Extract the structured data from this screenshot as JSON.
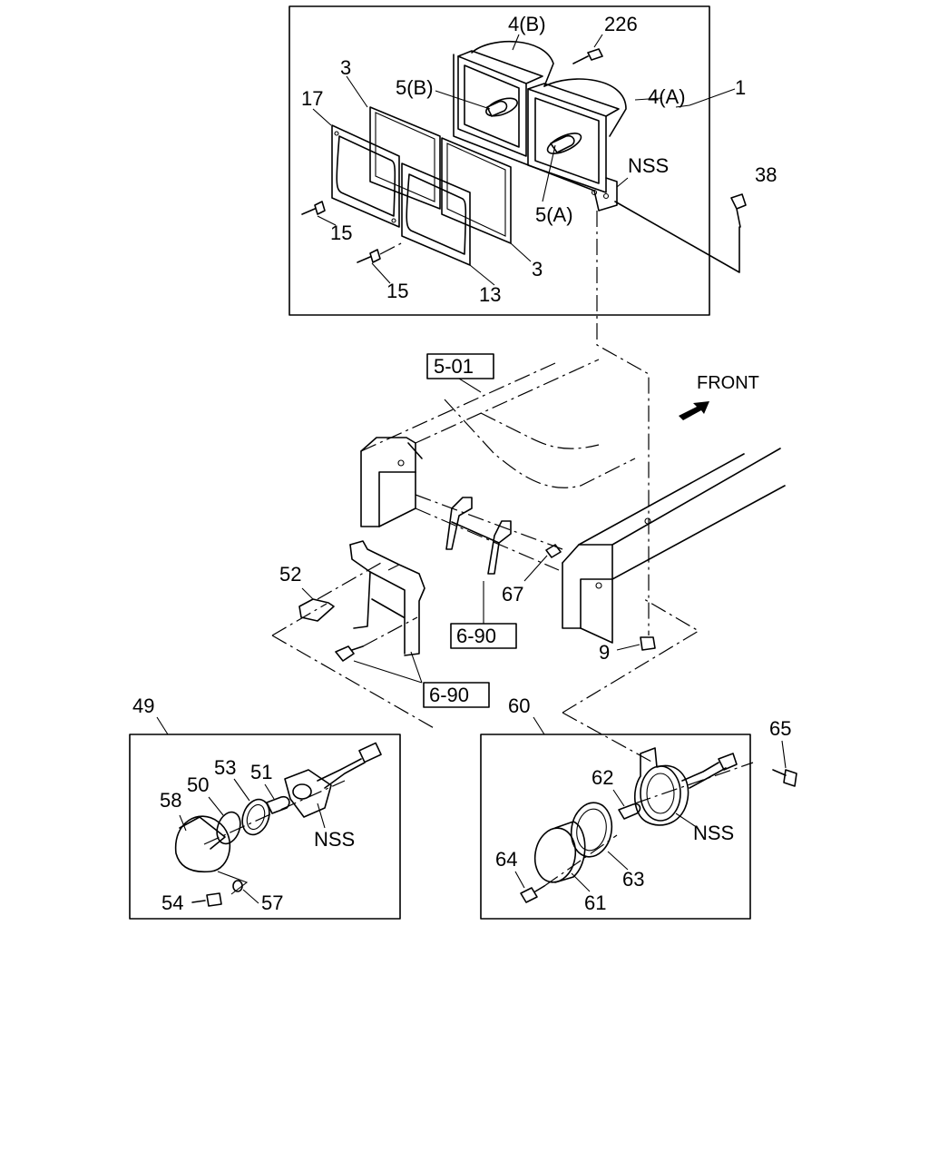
{
  "labels": {
    "l_4b": "4(B)",
    "l_226": "226",
    "l_1": "1",
    "l_4a": "4(A)",
    "l_3a": "3",
    "l_5b": "5(B)",
    "l_17": "17",
    "l_nss_top": "NSS",
    "l_38": "38",
    "l_15a": "15",
    "l_5a": "5(A)",
    "l_3b": "3",
    "l_15b": "15",
    "l_13": "13",
    "l_front": "FRONT",
    "l_52": "52",
    "l_67": "67",
    "l_9": "9",
    "l_49": "49",
    "l_60": "60",
    "l_65": "65",
    "l_58": "58",
    "l_50": "50",
    "l_53": "53",
    "l_51": "51",
    "l_nss_left": "NSS",
    "l_54": "54",
    "l_57": "57",
    "l_62": "62",
    "l_nss_right": "NSS",
    "l_64": "64",
    "l_61": "61",
    "l_63": "63"
  },
  "ref_boxes": {
    "r_501": "5-01",
    "r_690a": "6-90",
    "r_690b": "6-90"
  }
}
